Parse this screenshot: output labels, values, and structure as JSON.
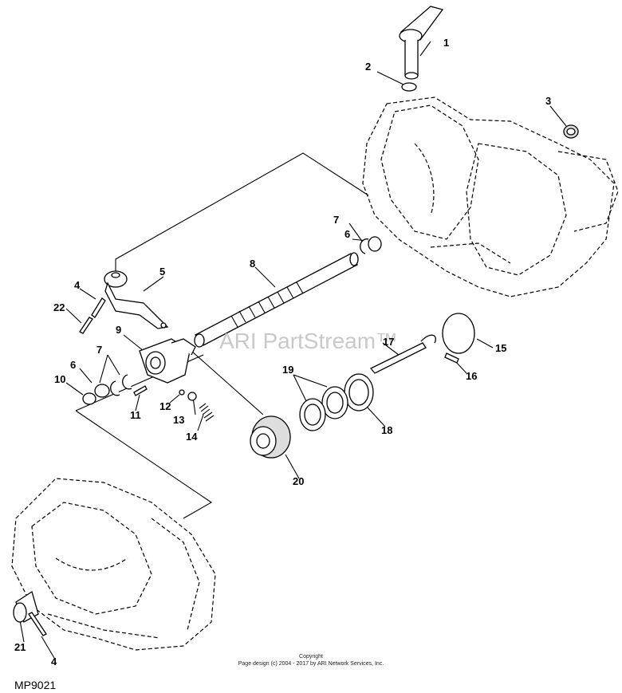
{
  "watermark": "ARI PartStream™",
  "copyright_title": "Copyright",
  "copyright_line": "Page design (c) 2004 - 2017 by ARI Network Services, Inc.",
  "diagram_code": "MP9021",
  "callouts": [
    "1",
    "2",
    "3",
    "4",
    "5",
    "6",
    "7",
    "8",
    "9",
    "10",
    "11",
    "12",
    "13",
    "14",
    "15",
    "16",
    "17",
    "18",
    "19",
    "20",
    "21",
    "22",
    "6",
    "7",
    "4"
  ]
}
